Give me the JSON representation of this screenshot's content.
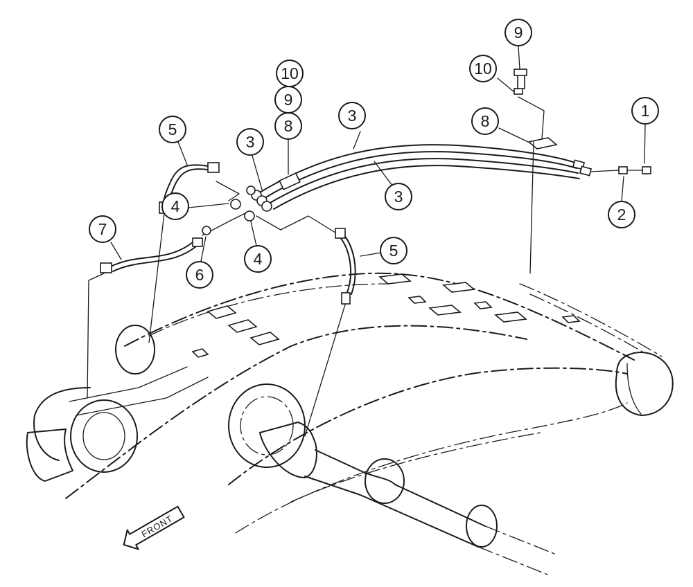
{
  "front_label": "FRONT",
  "callouts": [
    {
      "id": "c1",
      "label": "1"
    },
    {
      "id": "c2",
      "label": "2"
    },
    {
      "id": "c3a",
      "label": "3"
    },
    {
      "id": "c3b",
      "label": "3"
    },
    {
      "id": "c3c",
      "label": "3"
    },
    {
      "id": "c4a",
      "label": "4"
    },
    {
      "id": "c4b",
      "label": "4"
    },
    {
      "id": "c5a",
      "label": "5"
    },
    {
      "id": "c5b",
      "label": "5"
    },
    {
      "id": "c6",
      "label": "6"
    },
    {
      "id": "c7",
      "label": "7"
    },
    {
      "id": "c8a",
      "label": "8"
    },
    {
      "id": "c8b",
      "label": "8"
    },
    {
      "id": "c9a",
      "label": "9"
    },
    {
      "id": "c9b",
      "label": "9"
    },
    {
      "id": "c10a",
      "label": "10"
    },
    {
      "id": "c10b",
      "label": "10"
    }
  ]
}
